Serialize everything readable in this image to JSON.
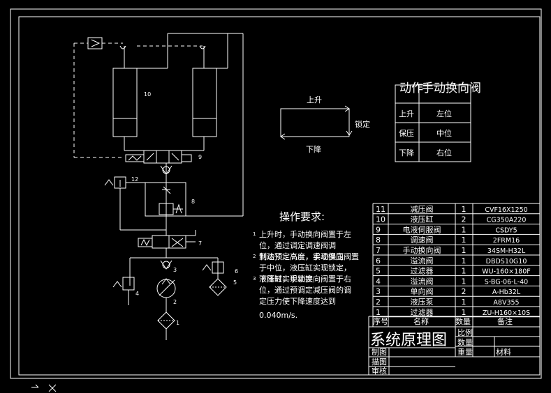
{
  "component_labels": {
    "cyl": "10",
    "valve9": "9",
    "valve12": "12",
    "valve8": "8",
    "valve7": "7",
    "check3": "3",
    "pump2": "2",
    "filter1": "1",
    "relief4": "4",
    "relief6": "6",
    "filter5": "5"
  },
  "motion": {
    "up": "上升",
    "lock": "锁定",
    "down": "下降"
  },
  "action_table": {
    "header_action": "动作",
    "header_valve": "手动换向阀",
    "rows": [
      {
        "action": "上升",
        "valve": "左位"
      },
      {
        "action": "保压",
        "valve": "中位"
      },
      {
        "action": "下降",
        "valve": "右位"
      }
    ]
  },
  "requirements": {
    "title": "操作要求:",
    "items": [
      {
        "num": "1",
        "lines": [
          "上升时，手动换向阀置于左",
          "位，通过调定调速阀调"
        ]
      },
      {
        "num": "2",
        "lines": [
          "到达预定高度，手动换向阀置",
          "于中位，液压缸实现锁定，"
        ]
      },
      {
        "num": "3",
        "lines": [
          "下降时，手动换向阀置于右",
          "位，通过预调定减压阀的调",
          "定压力使下降速度达到",
          "0.040m/s."
        ]
      }
    ],
    "overlap_texts": [
      "制动预定高度，实现保压",
      "液压缸实现锁定"
    ]
  },
  "parts_list": {
    "rows": [
      {
        "no": "11",
        "name": "减压阀",
        "qty": "1",
        "note": "CVF16X1250"
      },
      {
        "no": "10",
        "name": "液压缸",
        "qty": "2",
        "note": "CG350A220"
      },
      {
        "no": "9",
        "name": "电液伺服阀",
        "qty": "1",
        "note": "CSDY5"
      },
      {
        "no": "8",
        "name": "调速阀",
        "qty": "1",
        "note": "2FRM16"
      },
      {
        "no": "7",
        "name": "手动换向阀",
        "qty": "1",
        "note": "34SM-H32L"
      },
      {
        "no": "6",
        "name": "溢流阀",
        "qty": "1",
        "note": "DBDS10G10"
      },
      {
        "no": "5",
        "name": "过滤器",
        "qty": "1",
        "note": "WU-160×180F"
      },
      {
        "no": "4",
        "name": "溢流阀",
        "qty": "1",
        "note": "S-BG-06-L-40"
      },
      {
        "no": "3",
        "name": "单向阀",
        "qty": "2",
        "note": "A-Hb32L"
      },
      {
        "no": "2",
        "name": "液压泵",
        "qty": "1",
        "note": "A8V355"
      },
      {
        "no": "1",
        "name": "过滤器",
        "qty": "1",
        "note": "ZU-H160×10S"
      }
    ],
    "header": {
      "no": "序号",
      "name": "名称",
      "qty": "数量",
      "note": "备注"
    }
  },
  "title_block": {
    "title": "系统原理图",
    "ratio": "比例",
    "count": "数量",
    "weight": "重量",
    "material": "材料",
    "drawn": "制图",
    "drafted": "描图",
    "checked": "审核"
  }
}
